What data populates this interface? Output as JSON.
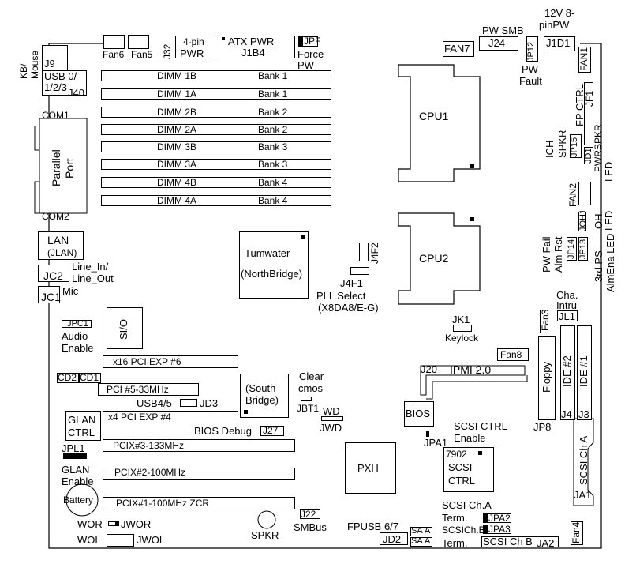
{
  "labels": {
    "v12": "12V 8-",
    "pinpw": "pinPW",
    "kb": "KB/",
    "mouse": "Mouse",
    "j9": "J9",
    "usb": "USB 0/",
    "usb2": "1/2/3",
    "j40": "J40",
    "com1": "COM1",
    "com2": "COM2",
    "parallel": "Parallel",
    "port": "Port",
    "lan": "LAN",
    "jlan": "(JLAN)",
    "jc2": "JC2",
    "linein": "Line_In/",
    "lineout": "Line_Out",
    "jc1": "JC1",
    "mic": "Mic",
    "jpc1": "JPC1",
    "audio": "Audio",
    "enable": "Enable",
    "sio": "SI/O",
    "cd2": "CD2",
    "cd1": "CD1",
    "glan": "GLAN",
    "ctrl": "CTRL",
    "jpl1": "JPL1",
    "glan2": "GLAN",
    "enable2": "Enable",
    "battery": "Battery",
    "wor": "WOR",
    "jwor": "JWOR",
    "wol": "WOL",
    "jwol": "JWOL",
    "fan6": "Fan6",
    "fan5": "Fan5",
    "j32": "J32",
    "fourpin": "4-pin",
    "pwr": "PWR",
    "atxpwr": "ATX PWR",
    "j1b4": "J1B4",
    "jpf": "JPF",
    "force": "Force",
    "pw": "PW",
    "pwsmb": "PW SMB",
    "j24": "J24",
    "fan7": "FAN7",
    "jp12": "JP12",
    "j1d1": "J1D1",
    "pwfault1": "PW",
    "pwfault2": "Fault",
    "fan1": "FAN1",
    "fpctrl": "FP CTRL",
    "jf1": "JF1",
    "ich": "ICH",
    "spkr": "SPKR",
    "jp15": "JP15",
    "jd1": "JD1",
    "pwrspkr": "PWRSPKR",
    "led": "LED",
    "fan2": "FAN2",
    "oh": "OH",
    "johi": "JOH1",
    "ledoh": "LED",
    "pwfail": "PW Fail",
    "almrst": "Alm Rst",
    "jp14": "JP14",
    "jp13": "JP13",
    "ps3rd": "3rd PS",
    "almena": "AlmEna LED",
    "cpu1": "CPU1",
    "cpu2": "CPU2",
    "tumwater": "Tumwater",
    "northbridge": "(NorthBridge)",
    "j4f2": "J4F2",
    "j4f1": "J4F1",
    "pllselect": "PLL Select",
    "x8da8": "(X8DA8/E-G)",
    "jk1": "JK1",
    "keylock": "Keylock",
    "cha": "Cha.",
    "intru": "Intru",
    "jl1": "JL1",
    "fan3": "Fan3",
    "fan8": "Fan8",
    "j20": "J20",
    "ipmi": "IPMI 2.0",
    "floppy": "Floppy",
    "ide2": "IDE #2",
    "ide1": "IDE #1",
    "j4": "J4",
    "j3": "J3",
    "jp8": "JP8",
    "scsicha": "SCSI Ch A",
    "ja1": "JA1",
    "fan4": "Fan4",
    "pcie6": "x16 PCI EXP #6",
    "pci5": "PCI #5-33MHz",
    "usb45": "USB4/5",
    "jd3": "JD3",
    "pcie4": "x4 PCI EXP #4",
    "biosdebug": "BIOS Debug",
    "j27": "J27",
    "pcix3": "PCIX#3-133MHz",
    "pcix2": "PCIX#2-100MHz",
    "pcix1": "PCIX#1-100MHz ZCR",
    "south": "(South",
    "bridge": "Bridge)",
    "clear": "Clear",
    "cmos": "cmos",
    "jbt1": "JBT1",
    "wd": "WD",
    "jwd": "JWD",
    "bios": "BIOS",
    "jpa1": "JPA1",
    "scsictrl": "SCSI CTRL",
    "enable3": "Enable",
    "pxh": "PXH",
    "c7902": "7902",
    "scsi": "SCSI",
    "ctrl2": "CTRL",
    "spkr2": "SPKR",
    "j22": "J22",
    "smbus": "SMBus",
    "fpusb": "FPUSB 6/7",
    "jd2": "JD2",
    "sa": "SA",
    "a": "A",
    "scsichaterm": "SCSI Ch.A",
    "term": "Term.",
    "jpa2": "JPA2",
    "scsichb": "SCSICh.B",
    "jpa3": "JPA3",
    "term2": "Term.",
    "scsichb2": "SCSI Ch B",
    "ja2": "JA2"
  },
  "dimms": [
    {
      "name": "DIMM 1B",
      "bank": "Bank 1"
    },
    {
      "name": "DIMM 1A",
      "bank": "Bank 1"
    },
    {
      "name": "DIMM 2B",
      "bank": "Bank 2"
    },
    {
      "name": "DIMM 2A",
      "bank": "Bank 2"
    },
    {
      "name": "DIMM 3B",
      "bank": "Bank 3"
    },
    {
      "name": "DIMM 3A",
      "bank": "Bank 3"
    },
    {
      "name": "DIMM 4B",
      "bank": "Bank 4"
    },
    {
      "name": "DIMM 4A",
      "bank": "Bank 4"
    }
  ]
}
